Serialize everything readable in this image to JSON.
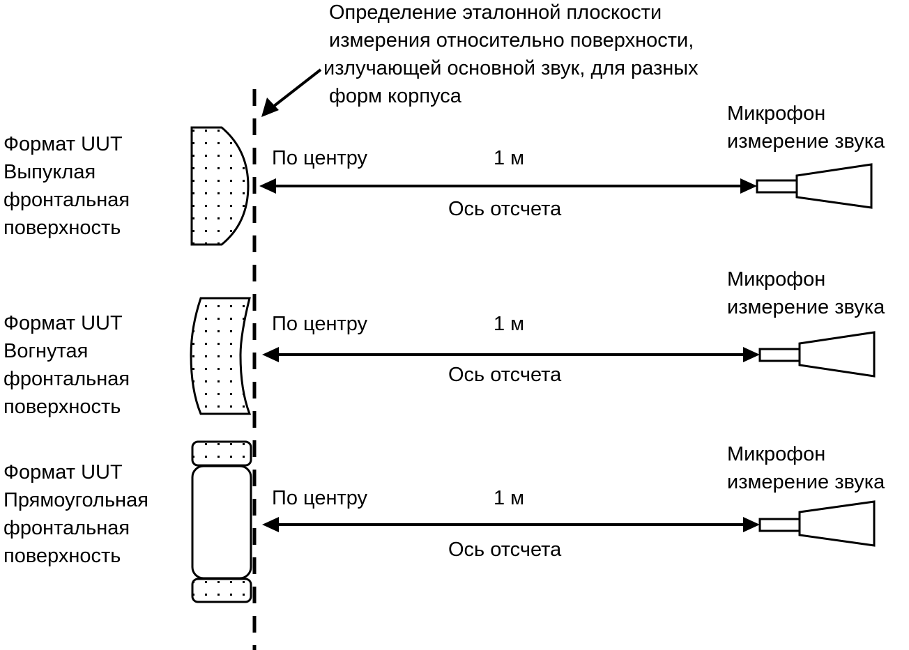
{
  "title_annotation": {
    "lines": [
      "Определение эталонной плоскости",
      "измерения относительно поверхности,",
      "излучающей основной звук, для разных",
      "форм корпуса"
    ]
  },
  "colors": {
    "stroke": "#000000",
    "background": "#ffffff",
    "fill_dots": "#000000"
  },
  "rows": [
    {
      "shape": "convex",
      "uut_label": [
        "Формат UUT",
        "Выпуклая",
        "фронтальная",
        "поверхность"
      ],
      "center_label": "По центру",
      "distance_label": "1 м",
      "axis_label": "Ось отсчета",
      "microphone_label": [
        "Микрофон",
        "измерение звука"
      ]
    },
    {
      "shape": "concave",
      "uut_label": [
        "Формат UUT",
        "Вогнутая",
        "фронтальная",
        "поверхность"
      ],
      "center_label": "По центру",
      "distance_label": "1 м",
      "axis_label": "Ось отсчета",
      "microphone_label": [
        "Микрофон",
        "измерение звука"
      ]
    },
    {
      "shape": "rectangular",
      "uut_label": [
        "Формат UUT",
        "Прямоугольная",
        "фронтальная",
        "поверхность"
      ],
      "center_label": "По центру",
      "distance_label": "1 м",
      "axis_label": "Ось отсчета",
      "microphone_label": [
        "Микрофон",
        "измерение звука"
      ]
    }
  ]
}
